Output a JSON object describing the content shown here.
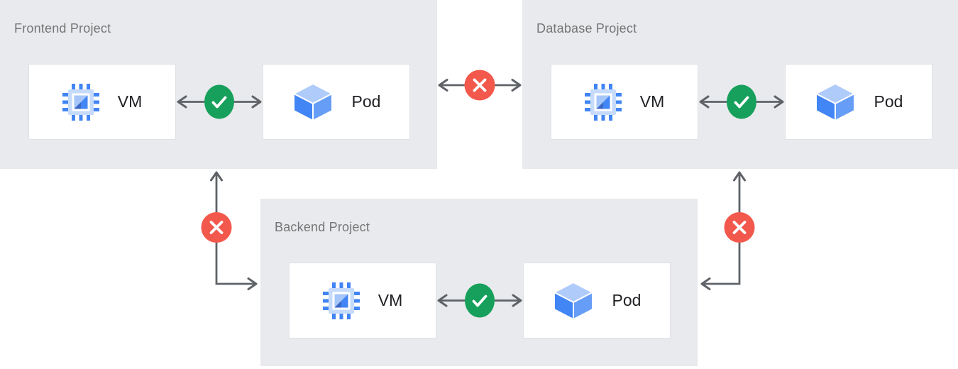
{
  "diagram": {
    "projects": [
      {
        "id": "frontend",
        "title": "Frontend Project",
        "vm_label": "VM",
        "pod_label": "Pod"
      },
      {
        "id": "database",
        "title": "Database Project",
        "vm_label": "VM",
        "pod_label": "Pod"
      },
      {
        "id": "backend",
        "title": "Backend Project",
        "vm_label": "VM",
        "pod_label": "Pod"
      }
    ],
    "connections": [
      {
        "from": "frontend-vm",
        "to": "frontend-pod",
        "status": "allowed",
        "icon": "check-icon",
        "arrow": "bidirectional-horizontal"
      },
      {
        "from": "database-vm",
        "to": "database-pod",
        "status": "allowed",
        "icon": "check-icon",
        "arrow": "bidirectional-horizontal"
      },
      {
        "from": "backend-vm",
        "to": "backend-pod",
        "status": "allowed",
        "icon": "check-icon",
        "arrow": "bidirectional-horizontal"
      },
      {
        "from": "frontend-project",
        "to": "database-project",
        "status": "blocked",
        "icon": "x-icon",
        "arrow": "bidirectional-horizontal"
      },
      {
        "from": "frontend-project",
        "to": "backend-project",
        "status": "blocked",
        "icon": "x-icon",
        "arrow": "bidirectional-elbow"
      },
      {
        "from": "database-project",
        "to": "backend-project",
        "status": "blocked",
        "icon": "x-icon",
        "arrow": "bidirectional-elbow"
      }
    ],
    "icons": {
      "vm": "compute-engine-chip-icon",
      "pod": "cube-icon",
      "allowed": "check-icon",
      "blocked": "x-icon"
    },
    "colors": {
      "panel_bg": "#E8EAED",
      "node_bg": "#FFFFFF",
      "node_border": "#DFE2E6",
      "title_text": "#757575",
      "label_text": "#202124",
      "arrow": "#5F6368",
      "allowed_green": "#16A05B",
      "blocked_red": "#F3584C",
      "vm_pin_blue": "#4285F4",
      "vm_body_blue": "#C6DBFB",
      "vm_fold_light": "#A6C6F9",
      "vm_fold_mid": "#4285F4",
      "vm_fold_dark": "#3D69C5",
      "pod_top_blue": "#AECBFA",
      "pod_left_blue": "#4285F4",
      "pod_right_blue": "#669DF6"
    }
  }
}
